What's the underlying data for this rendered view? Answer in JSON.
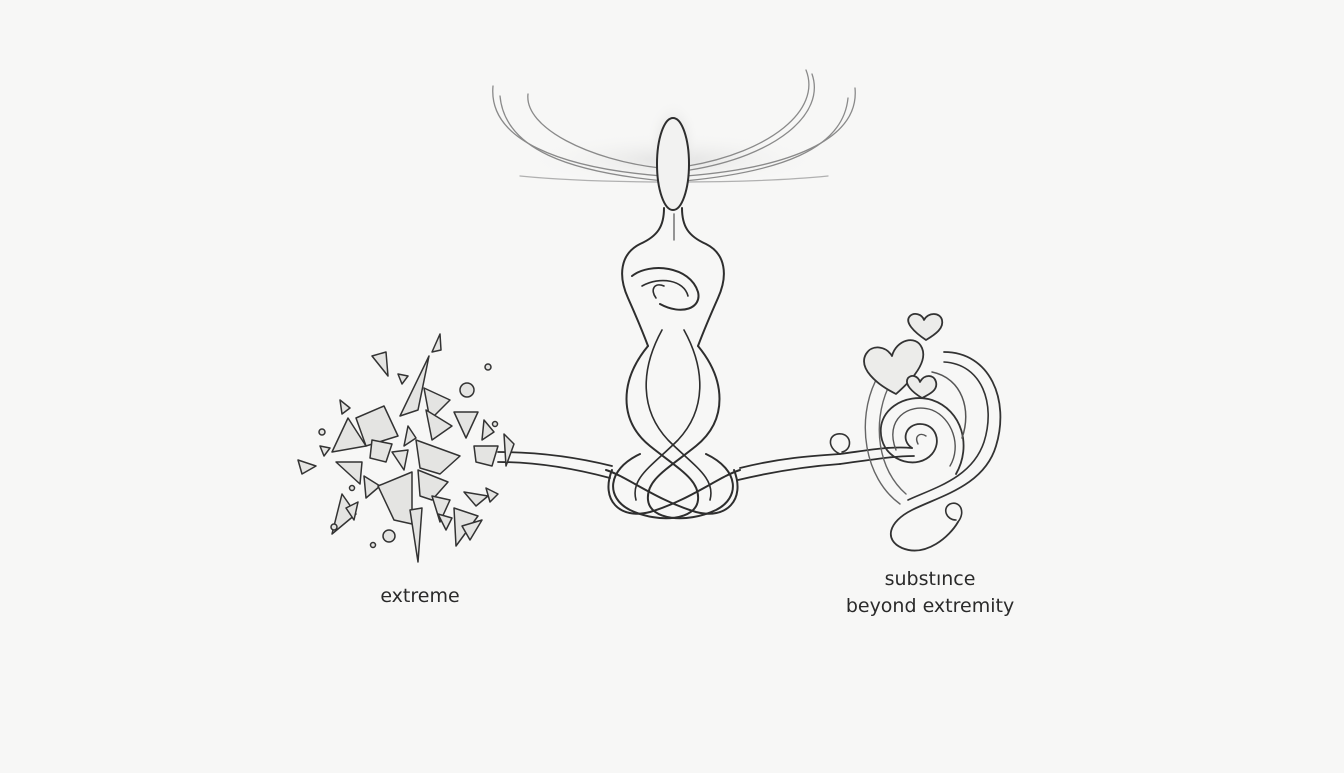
{
  "labels": {
    "left": "extreme",
    "right_line1": "substınce",
    "right_line2": "beyond extremity"
  },
  "colors": {
    "background": "#f7f7f6",
    "stroke": "#2e2e2e",
    "fill": "#e6e6e4",
    "glow": "#cfcfcf"
  },
  "icons": {
    "left": "shattered-shards-icon",
    "center": "meditating-figure-icon",
    "right": "spiral-hearts-icon"
  }
}
